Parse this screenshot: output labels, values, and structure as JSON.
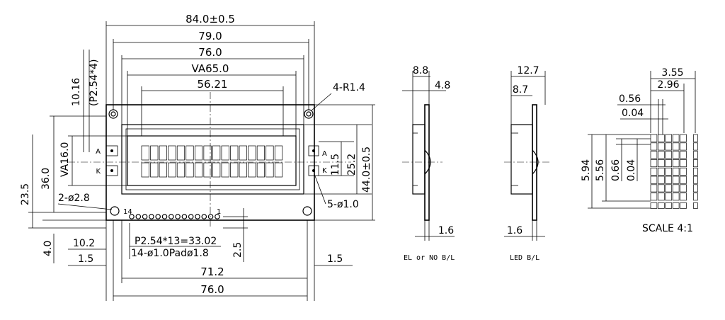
{
  "front_view": {
    "overall_width": "84.0±0.5",
    "hole_pitch": "79.0",
    "bezel_width": "76.0",
    "viewing_area_width": "VA65.0",
    "active_area_width": "56.21",
    "top_pitch_value": "10.16",
    "top_pitch_note": "(P2.54*4)",
    "corner_radius": "4-R1.4",
    "viewing_area_height": "VA16.0",
    "bezel_height": "36.0",
    "mount_height": "23.5",
    "hole_diameter": "2-ø2.8",
    "backlight_pitch": "11.5",
    "height_mid": "25.2",
    "overall_height": "44.0±0.5",
    "bl_hole_diameter": "5-ø1.0",
    "anode_label": "A",
    "cathode_label": "K",
    "pin_first": "14",
    "pin_last": "1",
    "pin_pitch_note": "P2.54*13=33.02",
    "pin_pad_note": "14-ø1.0Padø1.8",
    "pin_offset": "2.5",
    "left_offset_a": "10.2",
    "left_offset_b": "1.5",
    "bottom_offset": "4.0",
    "right_offset": "1.5",
    "bottom_pitch": "71.2",
    "bottom_width": "76.0"
  },
  "side_view_el": {
    "depth": "8.8",
    "module_thickness": "4.8",
    "pcb_thickness": "1.6",
    "caption": "EL or NO B/L"
  },
  "side_view_led": {
    "depth": "12.7",
    "module_thickness": "8.7",
    "pcb_thickness": "1.6",
    "caption": "LED B/L"
  },
  "detail_view": {
    "char_width": "3.55",
    "dot_pitch_width": "2.96",
    "dot_width": "0.56",
    "dot_gap": "0.04",
    "char_height": "5.94",
    "dot_rows_height": "5.56",
    "dot_height": "0.66",
    "dot_gap_v": "0.04",
    "scale_label": "SCALE 4:1"
  }
}
